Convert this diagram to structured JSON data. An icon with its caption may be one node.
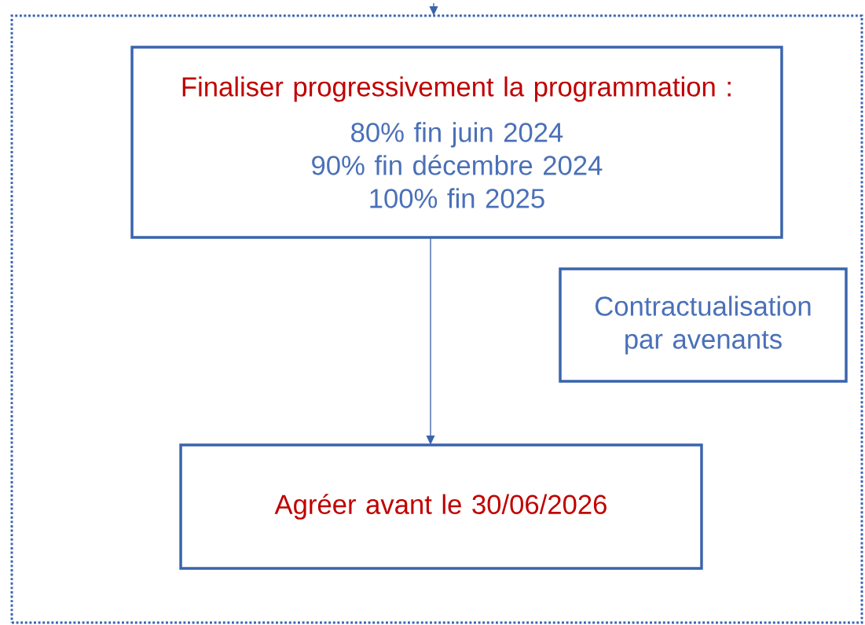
{
  "diagram": {
    "nodes": [
      {
        "text": [],
        "shape": "box"
      },
      {
        "text": [
          "Finaliser progressivement la programmation :",
          "80% fin juin 2024",
          "90% fin décembre 2024",
          "100% fin 2025"
        ],
        "in": 0
      },
      {
        "text": [
          "Contractualisation par avenants"
        ],
        "in": 0
      },
      {
        "text": [
          "Agréer avant le 30/06/2026"
        ],
        "in": 0
      }
    ],
    "edges": [
      {
        "from": null,
        "to": 0,
        "arrow": "to"
      },
      {
        "from": 1,
        "to": 3,
        "arrow": "to"
      }
    ]
  }
}
